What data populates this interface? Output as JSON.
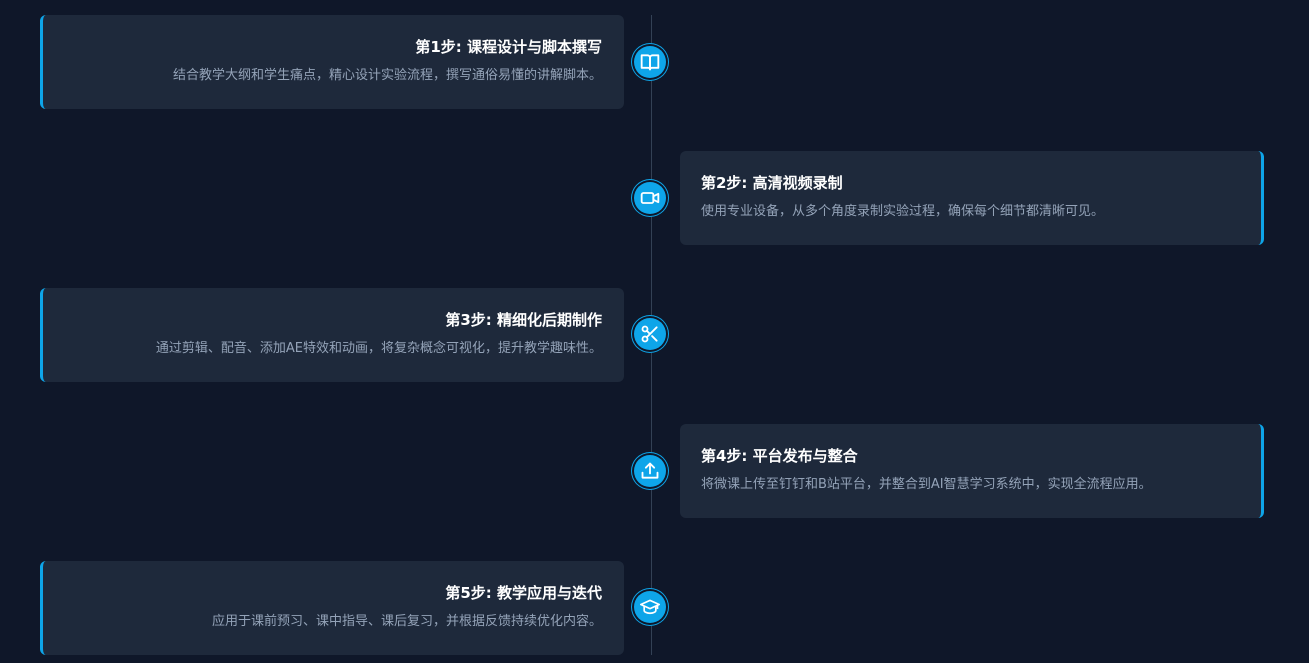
{
  "timeline": {
    "steps": [
      {
        "title": "第1步: 课程设计与脚本撰写",
        "desc": "结合教学大纲和学生痛点，精心设计实验流程，撰写通俗易懂的讲解脚本。",
        "icon": "book-open-icon",
        "side": "left"
      },
      {
        "title": "第2步: 高清视频录制",
        "desc": "使用专业设备，从多个角度录制实验过程，确保每个细节都清晰可见。",
        "icon": "video-camera-icon",
        "side": "right"
      },
      {
        "title": "第3步: 精细化后期制作",
        "desc": "通过剪辑、配音、添加AE特效和动画，将复杂概念可视化，提升教学趣味性。",
        "icon": "scissors-icon",
        "side": "left"
      },
      {
        "title": "第4步: 平台发布与整合",
        "desc": "将微课上传至钉钉和B站平台，并整合到AI智慧学习系统中，实现全流程应用。",
        "icon": "upload-icon",
        "side": "right"
      },
      {
        "title": "第5步: 教学应用与迭代",
        "desc": "应用于课前预习、课中指导、课后复习，并根据反馈持续优化内容。",
        "icon": "graduation-cap-icon",
        "side": "left"
      }
    ]
  },
  "colors": {
    "accent": "#0ea5e9",
    "background": "#0f1729",
    "card": "#1e293b",
    "desc": "#94a3b8"
  }
}
